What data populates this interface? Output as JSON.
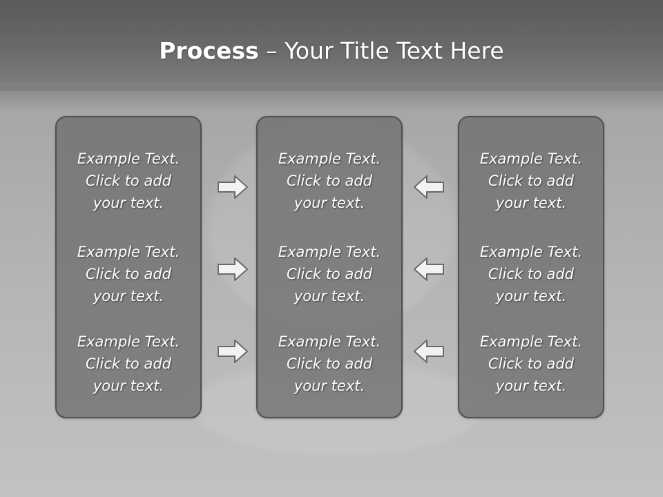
{
  "title": {
    "bold": "Process",
    "rest": " – Your Title Text Here"
  },
  "panels": {
    "left": [
      "Example Text.\nClick  to add\nyour text.",
      "Example Text.\nClick  to add\nyour text.",
      "Example Text.\nClick  to add\nyour text."
    ],
    "middle": [
      "Example Text.\nClick  to add\nyour text.",
      "Example Text.\nClick  to add\nyour text.",
      "Example Text.\nClick  to add\nyour text."
    ],
    "right": [
      "Example Text.\nClick  to add\nyour text.",
      "Example Text.\nClick  to add\nyour text.",
      "Example Text.\nClick  to add\nyour text."
    ]
  },
  "icons": {
    "left_to_middle": "right-arrow-icon",
    "right_to_middle": "left-arrow-icon"
  },
  "colors": {
    "header": "#5a5a5a",
    "panel_fill": "#6e6e6e",
    "panel_border": "#4f4f4f",
    "text": "#ffffff",
    "arrow_fill": "#f2f2f2",
    "arrow_stroke": "#6a6a6a"
  }
}
